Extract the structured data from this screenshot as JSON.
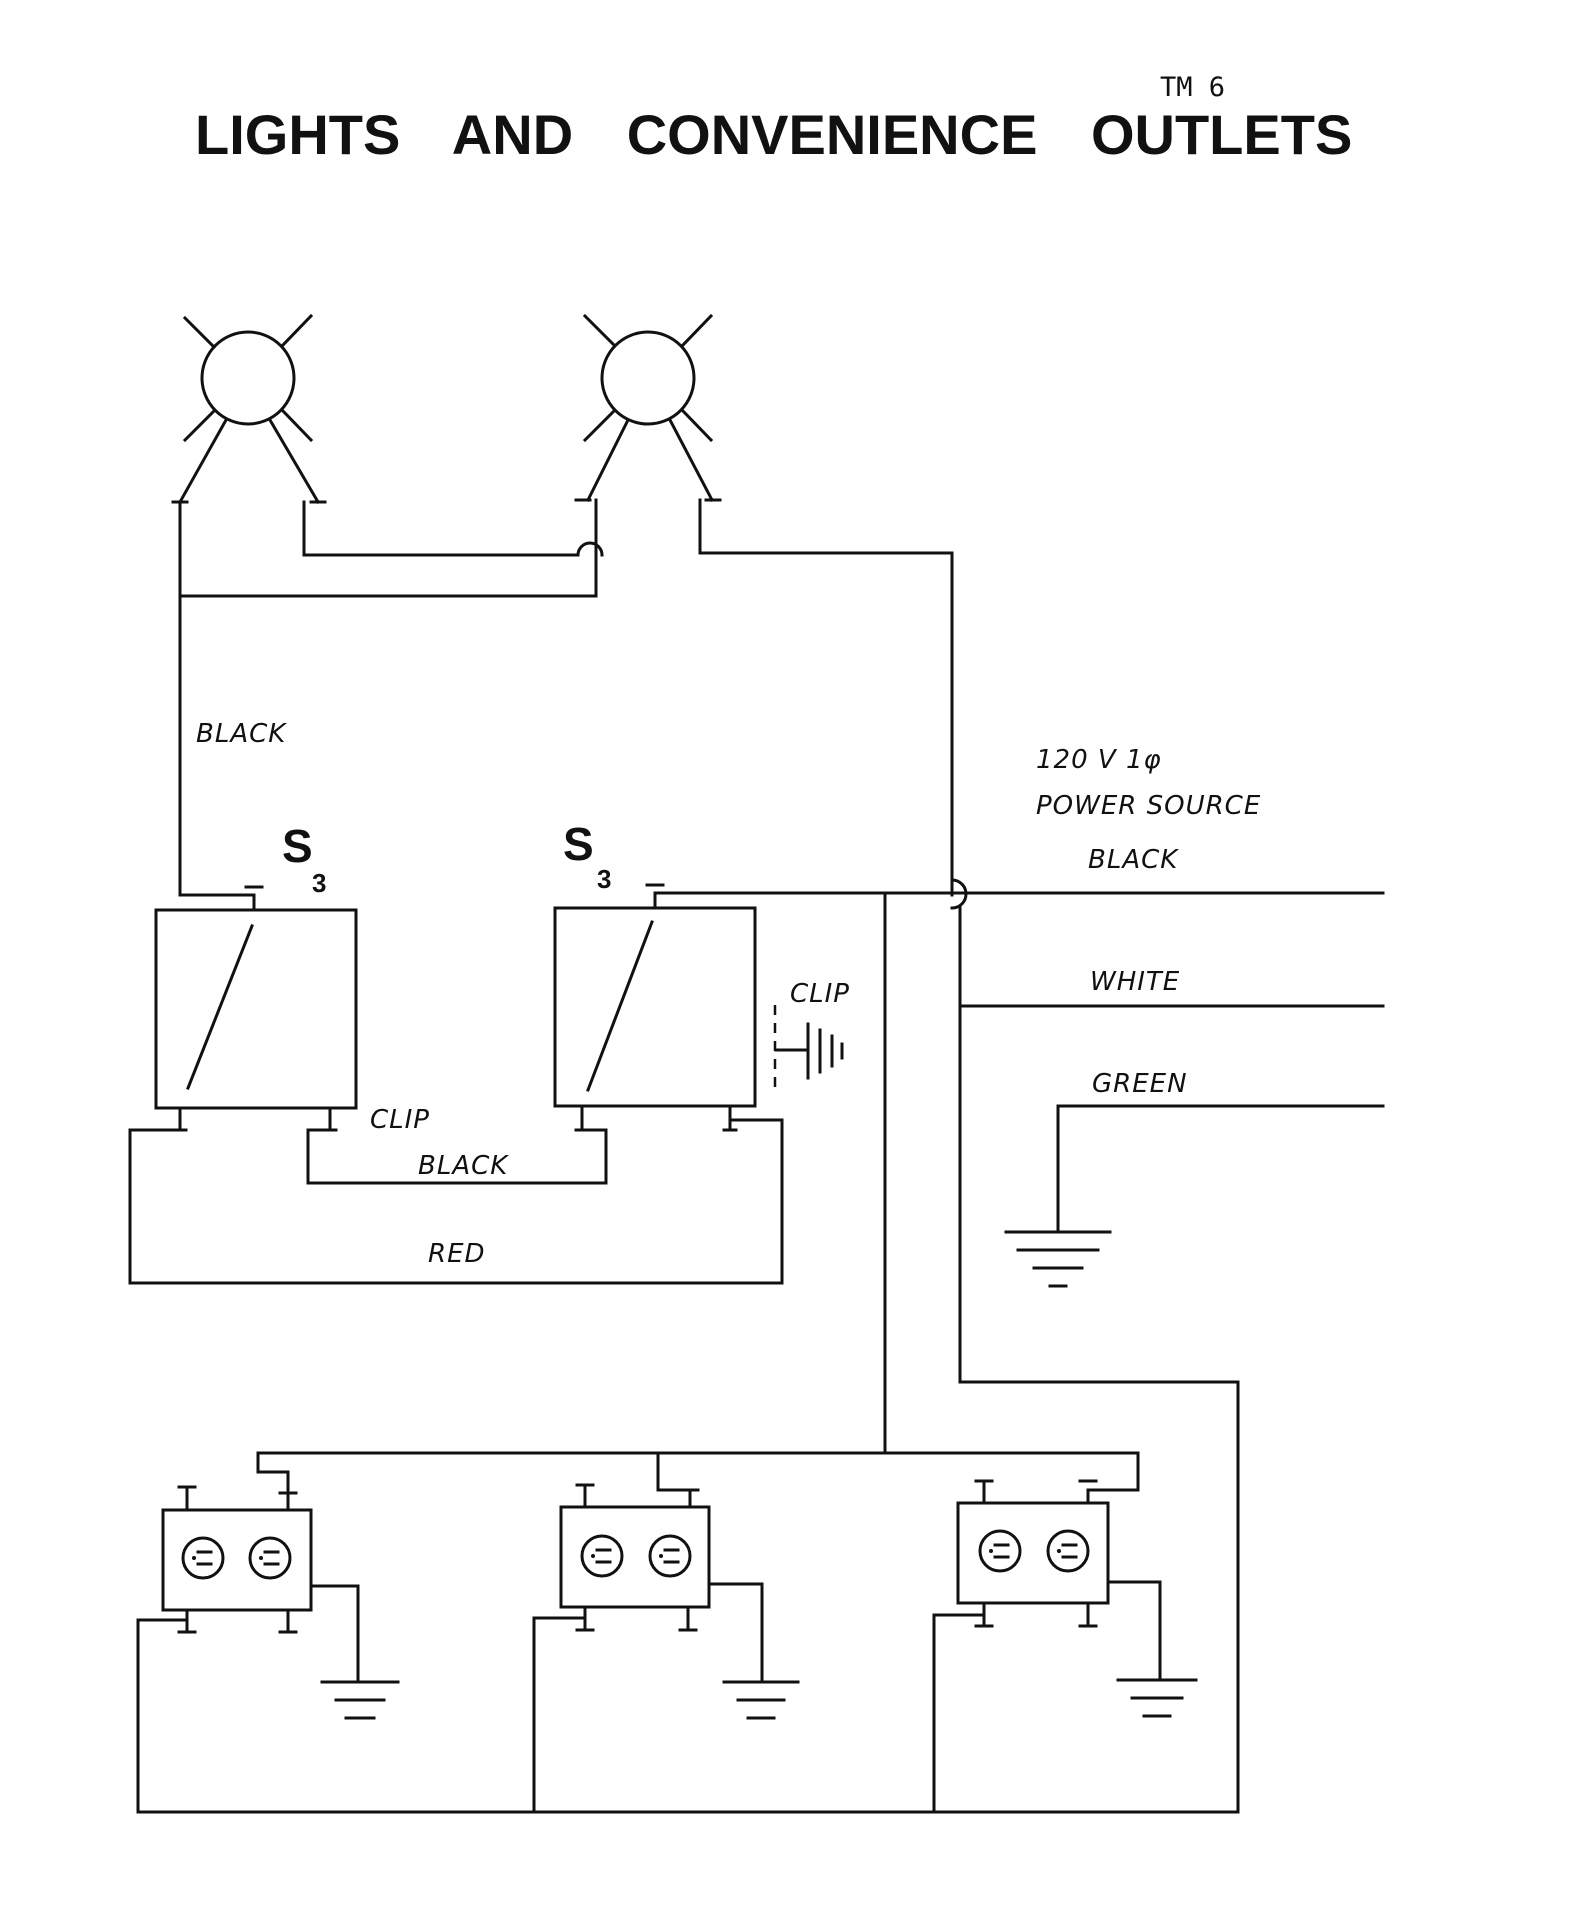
{
  "header": {
    "code": "TM 6",
    "title": "LIGHTS AND CONVENIENCE OUTLETS"
  },
  "switches": {
    "symbol": "S",
    "subscript": "3"
  },
  "labels": {
    "black_top": "BLACK",
    "clip_left": "CLIP",
    "black_bottom": "BLACK",
    "red": "RED",
    "clip_right": "CLIP",
    "power_line1": "120 V 1φ",
    "power_line2": "POWER SOURCE",
    "black_source": "BLACK",
    "white_source": "WHITE",
    "green_source": "GREEN"
  },
  "icons": {
    "lamp": "lamp-icon",
    "switch": "three-way-switch-icon",
    "outlet": "duplex-outlet-icon",
    "ground": "ground-icon",
    "clip": "clip-icon"
  }
}
